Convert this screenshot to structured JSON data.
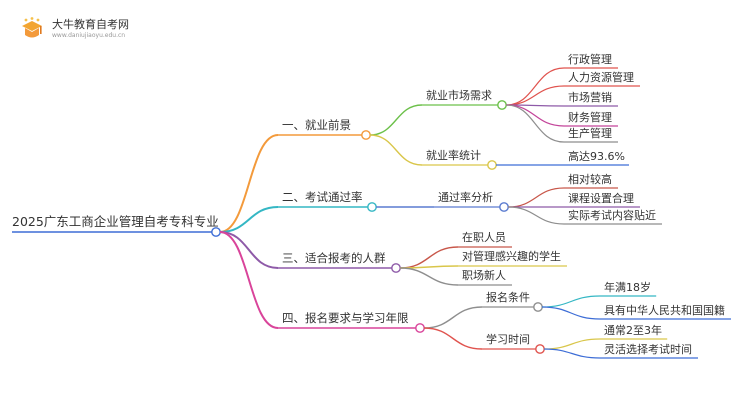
{
  "logo": {
    "title": "大牛教育自考网",
    "subtitle": "www.daniujiaoyu.edu.cn"
  },
  "mindmap": {
    "root": "2025广东工商企业管理自考专科专业",
    "branches": [
      {
        "label": "一、就业前景",
        "color": "#f39a3b",
        "children": [
          {
            "label": "就业市场需求",
            "color": "#6cc04a",
            "leaves": [
              {
                "label": "行政管理",
                "color": "#e0534e"
              },
              {
                "label": "人力资源管理",
                "color": "#e0534e"
              },
              {
                "label": "市场营销",
                "color": "#8e5aa8"
              },
              {
                "label": "财务管理",
                "color": "#c3449a"
              },
              {
                "label": "生产管理",
                "color": "#8e8e8e"
              }
            ]
          },
          {
            "label": "就业率统计",
            "color": "#d9c64a",
            "leaves": [
              {
                "label": "高达93.6%",
                "color": "#3d6dd6"
              }
            ]
          }
        ]
      },
      {
        "label": "二、考试通过率",
        "color": "#34b7c4",
        "children": [
          {
            "label": "通过率分析",
            "color": "#5a7bd0",
            "leaves": [
              {
                "label": "相对较高",
                "color": "#c8574a"
              },
              {
                "label": "课程设置合理",
                "color": "#8e5aa8"
              },
              {
                "label": "实际考试内容贴近",
                "color": "#8e8e8e"
              }
            ]
          }
        ]
      },
      {
        "label": "三、适合报考的人群",
        "color": "#8e5aa8",
        "children": [
          {
            "label": "在职人员",
            "color": "#c8574a",
            "leaves": []
          },
          {
            "label": "对管理感兴趣的学生",
            "color": "#d9c64a",
            "leaves": []
          },
          {
            "label": "职场新人",
            "color": "#8e8e8e",
            "leaves": []
          }
        ]
      },
      {
        "label": "四、报名要求与学习年限",
        "color": "#d9449a",
        "children": [
          {
            "label": "报名条件",
            "color": "#8e8e8e",
            "leaves": [
              {
                "label": "年满18岁",
                "color": "#34b7c4"
              },
              {
                "label": "具有中华人民共和国国籍",
                "color": "#3d6dd6"
              }
            ]
          },
          {
            "label": "学习时间",
            "color": "#e0534e",
            "leaves": [
              {
                "label": "通常2至3年",
                "color": "#d9c64a"
              },
              {
                "label": "灵活选择考试时间",
                "color": "#3d6dd6"
              }
            ]
          }
        ]
      }
    ]
  }
}
